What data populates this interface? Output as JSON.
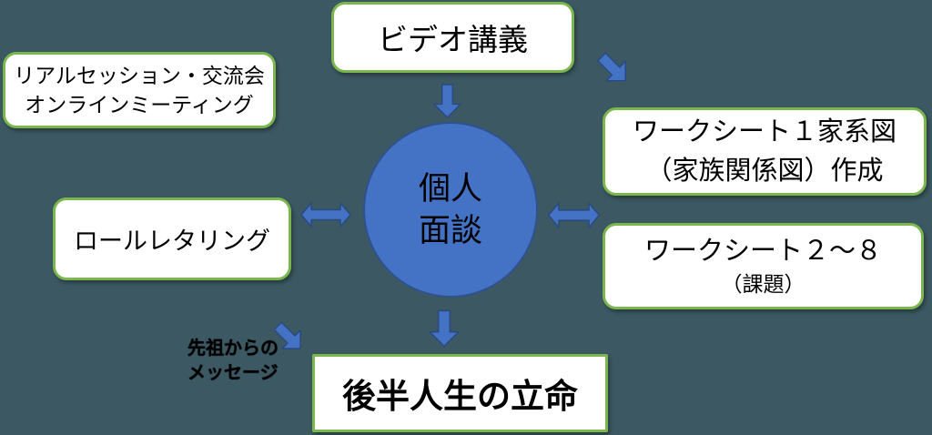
{
  "diagram": {
    "colors": {
      "background": "#3C5963",
      "node_fill": "#FFFFFF",
      "node_border_green": "#7CB74E",
      "circle_fill": "#4472C4",
      "circle_border": "#2F528F",
      "arrow_fill": "#4472C4",
      "arrow_outline": "#2A4A80",
      "text": "#000000"
    },
    "center": {
      "line1": "個人",
      "line2": "面談"
    },
    "nodes": {
      "video_lecture": {
        "label": "ビデオ講義"
      },
      "real_session": {
        "line1": "リアルセッション・交流会",
        "line2": "オンラインミーティング"
      },
      "worksheet1": {
        "line1": "ワークシート１家系図",
        "line2": "（家族関係図）作成"
      },
      "worksheet2_8": {
        "line1": "ワークシート２～８",
        "line2": "（課題）"
      },
      "role_lettering": {
        "label": "ロールレタリング"
      },
      "ritsumei": {
        "label": "後半人生の立命"
      },
      "ancestors_message": {
        "line1": "先祖からの",
        "line2": "メッセージ"
      }
    }
  }
}
